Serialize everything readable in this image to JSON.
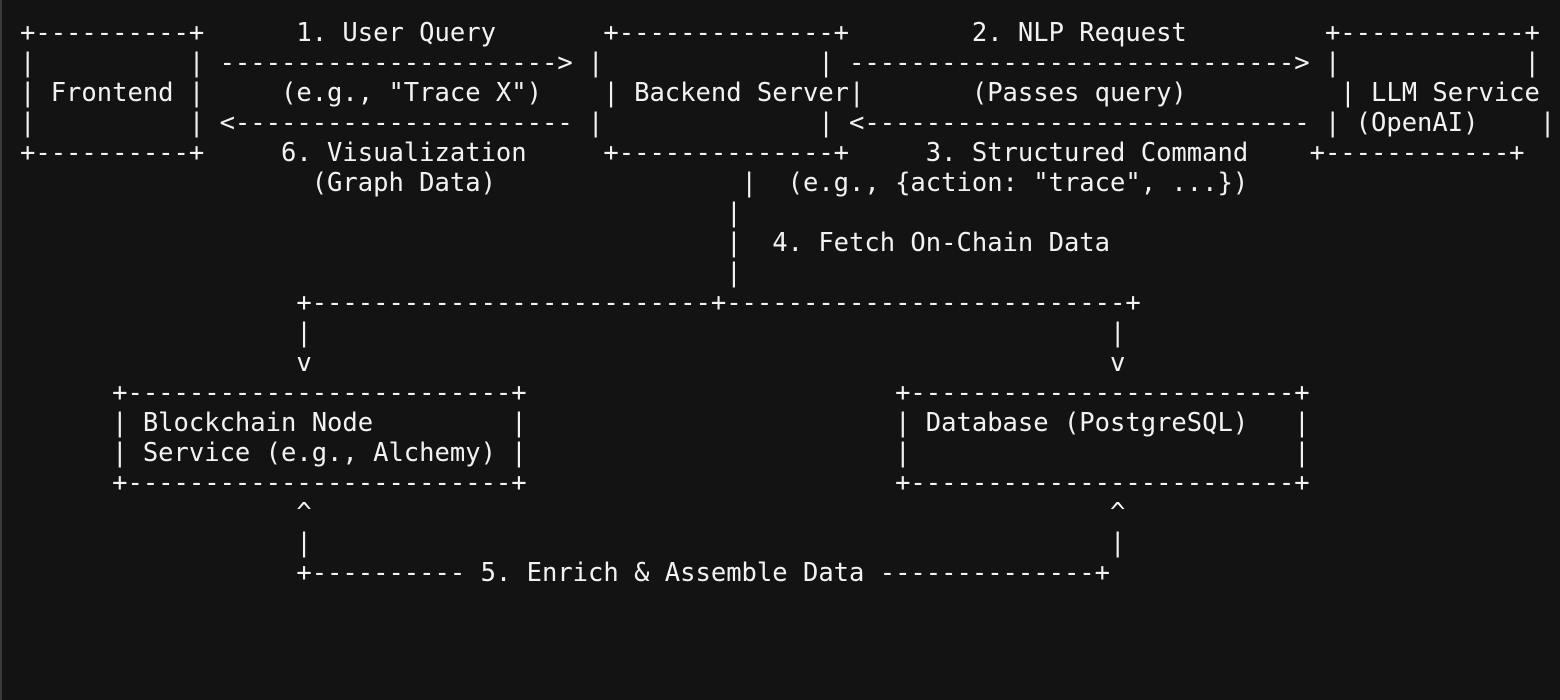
{
  "diagram": {
    "ascii_lines": [
      "+----------+      1. User Query       +--------------+        2. NLP Request         +------------+",
      "|          | ----------------------> |              | -----------------------------> |            |",
      "| Frontend |     (e.g., \"Trace X\")    | Backend Server|       (Passes query)          | LLM Service |",
      "|          | <---------------------- |              | <----------------------------- | (OpenAI)    |",
      "+----------+     6. Visualization     +--------------+     3. Structured Command    +------------+",
      "                   (Graph Data)                |  (e.g., {action: \"trace\", ...})",
      "                                              |",
      "                                              |  4. Fetch On-Chain Data",
      "                                              |",
      "                  +--------------------------+--------------------------+",
      "                  |                                                    |",
      "                  v                                                    v",
      "      +-------------------------+                        +-------------------------+",
      "      | Blockchain Node         |                        | Database (PostgreSQL)   |",
      "      | Service (e.g., Alchemy) |                        |                         |",
      "      +-------------------------+                        +-------------------------+",
      "                  ^                                                    ^",
      "                  |                                                    |",
      "                  +---------- 5. Enrich & Assemble Data --------------+"
    ]
  }
}
